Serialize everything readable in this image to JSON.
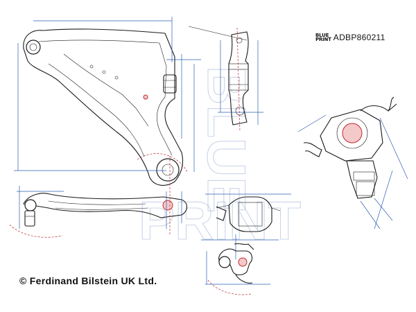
{
  "brand_logo": {
    "line1": "BLUE",
    "line2": "PRINT",
    "icon": "blue-print-logo-icon"
  },
  "part_number": "ADBP860211",
  "watermark": {
    "line1": "BLUE",
    "line2": "PRINT"
  },
  "copyright": "© Ferdinand Bilstein UK Ltd.",
  "colors": {
    "dimension_blue": "#2a5fb0",
    "highlight_red": "#c0282f",
    "watermark": "#9fb3d6",
    "ink": "#1a1a1a"
  }
}
